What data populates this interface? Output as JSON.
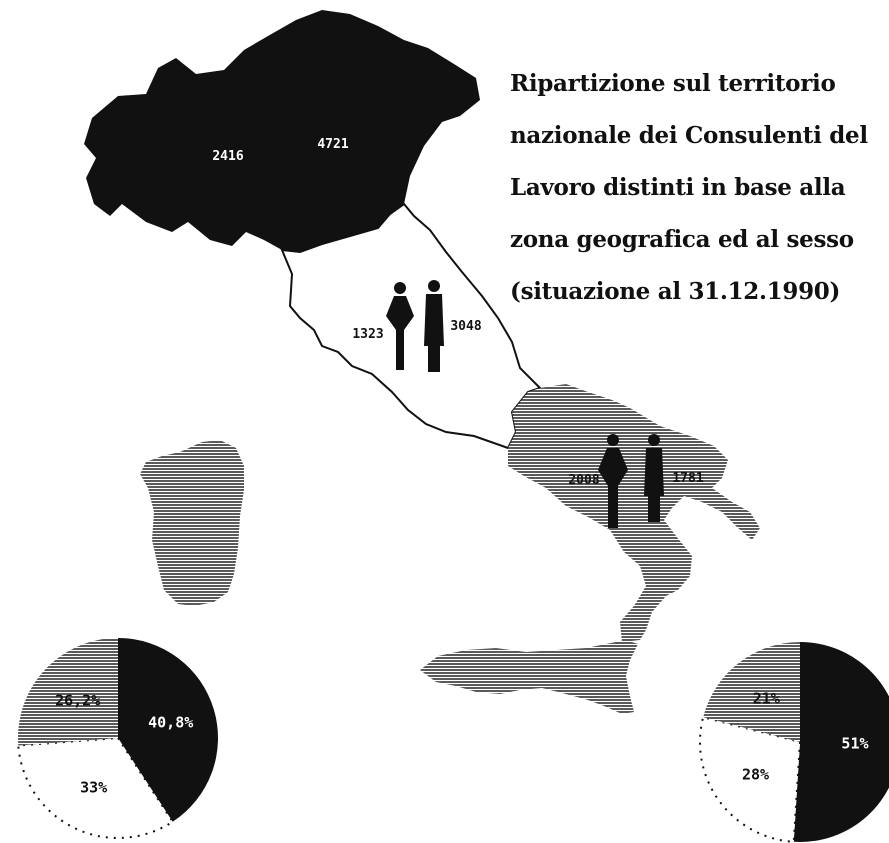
{
  "title_lines": [
    "Ripartizione sul territorio",
    "nazionale dei Consulenti del",
    "Lavoro distinti in base alla",
    "zona geografica ed al sesso",
    "(situazione al 31.12.1990)"
  ],
  "colors": {
    "north": "#111111",
    "centre": "#ffffff",
    "south": "#8a8a8a",
    "text_dark": "#111111",
    "text_light": "#ffffff"
  },
  "regions": {
    "north": {
      "female": "2416",
      "male": "4721"
    },
    "centre": {
      "female": "1323",
      "male": "3048"
    },
    "south": {
      "female": "2008",
      "male": "1781"
    }
  },
  "chart_data": [
    {
      "type": "pie",
      "slices": [
        {
          "value": 40.8,
          "label": "40,8%",
          "color": "#111111"
        },
        {
          "value": 33,
          "label": "33%",
          "color": "#ffffff"
        },
        {
          "value": 26.2,
          "label": "26,2%",
          "color": "#8a8a8a"
        }
      ]
    },
    {
      "type": "pie",
      "slices": [
        {
          "value": 51,
          "label": "51%",
          "color": "#111111"
        },
        {
          "value": 28,
          "label": "28%",
          "color": "#ffffff"
        },
        {
          "value": 21,
          "label": "21%",
          "color": "#8a8a8a"
        }
      ]
    }
  ]
}
